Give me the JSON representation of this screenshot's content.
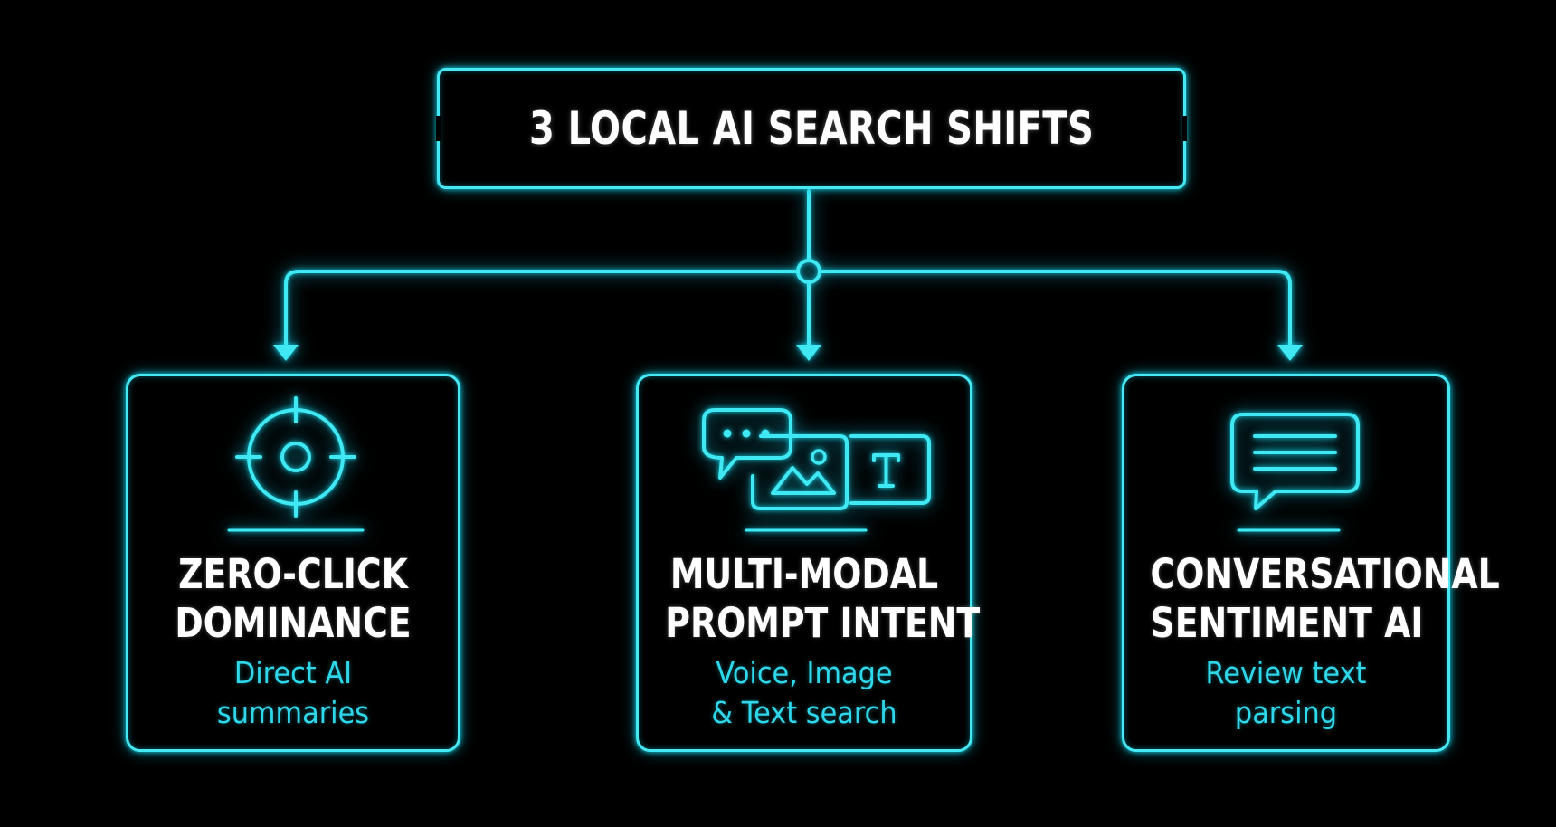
{
  "title": "3 LOCAL AI SEARCH SHIFTS",
  "cards": [
    {
      "heading": [
        "ZERO-CLICK",
        "DOMINANCE"
      ],
      "subtitle": [
        "Direct AI",
        "summaries"
      ],
      "icon": "target-crosshair-icon"
    },
    {
      "heading": [
        "MULTI-MODAL",
        "PROMPT INTENT"
      ],
      "subtitle": [
        "Voice, Image",
        "& Text search"
      ],
      "icon": "multimodal-chat-image-text-icon"
    },
    {
      "heading": [
        "CONVERSATIONAL",
        "SENTIMENT AI"
      ],
      "subtitle": [
        "Review text",
        "parsing"
      ],
      "icon": "speech-bubble-lines-icon"
    }
  ],
  "colors": {
    "background": "#000000",
    "neon": "#3fe8f2",
    "subtitle": "#2ed8ea",
    "heading": "#ffffff"
  }
}
